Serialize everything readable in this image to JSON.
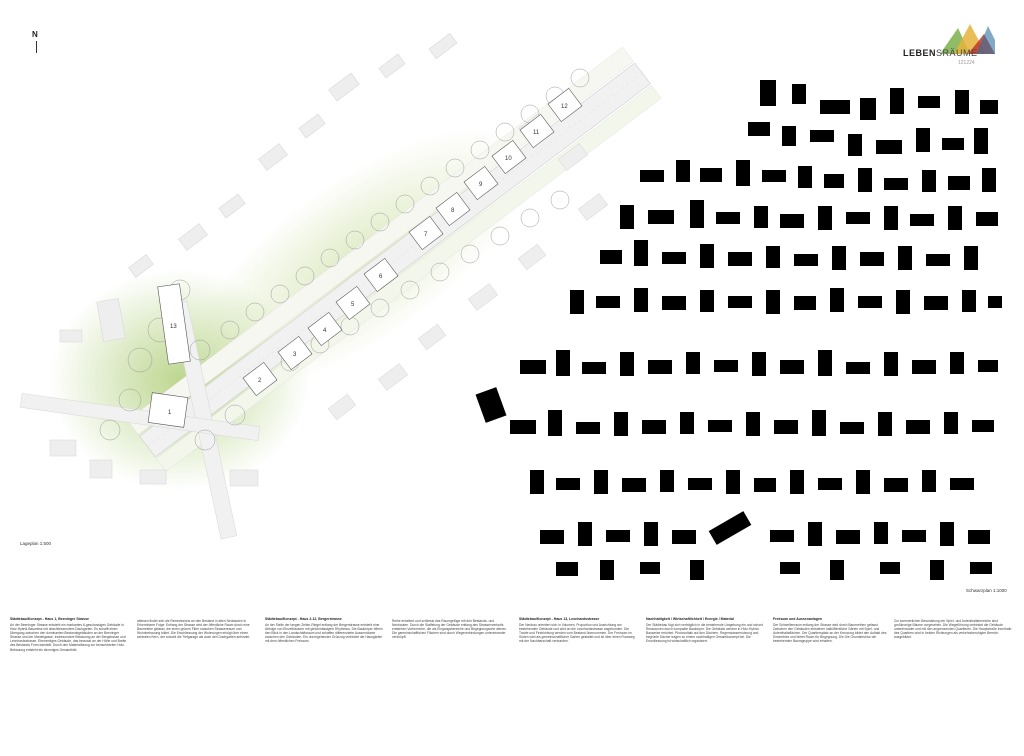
{
  "header": {
    "north_label": "N",
    "brand_part1": "LEBEN",
    "brand_part2": "SRÄUME",
    "brand_code": "121224",
    "logo_colors": [
      "#c0392b",
      "#e6b33a",
      "#7bb04a",
      "#2e6f9e"
    ]
  },
  "plan_labels": {
    "site_plan": "Lageplan 1:500",
    "figure_ground": "Schwarzplan 1:1000"
  },
  "building_numbers": [
    "1",
    "2",
    "3",
    "4",
    "5",
    "6",
    "7",
    "8",
    "9",
    "10",
    "11",
    "12",
    "13"
  ],
  "text_columns": [
    {
      "heading": "Städtebau/Konzept - Haus 1, Beeninger Strasse",
      "body": "An der Beeninger Strasse entsteht ein markantes 6-geschossiges Gebäude in Holz-Hybrid-Bauweise mit abschliessendem Dachgarten. Es schafft einen Übergang zwischen den dominanten Bestandsgebäuden an der Beeninger Strasse und der Mantelgasse, insbesondere Bebauung an der Bergstrasse und Leonhardsstrasse. Ebenerdiges Gebäude, das bewusst an der Höhe und Breite des Bestands Form darstellt. Durch den Materialbezug zur benachbarten Holz-Bebauung entsteht ein stimmiges Gesamtbild."
    },
    {
      "heading": "",
      "body": "ablesen findet sich als Remmissions an den Bestand in alten Neubauten in Erkennbarer Folge. Entlang der Strasse wird der öffentliche Raum durch eine Baumreihe gefasst, die einen grünen Filter zwischen Strassenraum und Wohnbebauung bildet. Die Erschliessung der Wohnungen erfolgt über einen zentralen Kern, der sowohl die Tiefgarage als auch den Dachgarten anbindet."
    },
    {
      "heading": "Städtebau/Konzept - Haus 2-12, Bergerstrasse",
      "body": "An der Stelle der langen Zeilen-Riegel entlang der Bergerstrasse entsteht eine Abfolge von Einzelhäusern mit gleichmässigem Rhythmus. Die Baukörper öffnen den Blick in den Landschaftsraum und schaffen differenzierte Aussenräume zwischen den Gebäuden. Ein durchgehender Grünzug verbindet die Hausgärten mit dem öffentlichen Freiraum."
    },
    {
      "heading": "",
      "body": "Reihe erweitert und schliesst das Raumgefüge mit den Bestands- und Neubauten. Durch die Staffelung der Gebäude entlang des Strassenverlaufs entstehen Vorbereiche, die als Eingangsbereiche und Begegnungsorte dienen. Die gemeinschaftlichen Flächen sind durch Wegeverbindungen untereinander verknüpft."
    },
    {
      "heading": "Städtebau/Konzept - Haus 13, Leonhardsstrasse",
      "body": "Der Neubau orientiert sich in Volumen, Proportion und Ausrichtung am bestehenden Gebäude und wird an die Leonhardsstrasse angebunden. Die Traufe und Firstrichtung werden vom Bestand übernommen. Der Freiraum im Süden wird als gemeinschaftlicher Garten gestaltet und ist über einen Fussweg mit der Nachbarschaft verbunden."
    },
    {
      "heading": "Nachhaltigkeit / Wirtschaftlichkeit / Energie / Material",
      "body": "Der Städtebau fügt sich verträglich in die bestehende Umgebung ein und schont Ressourcen durch kompakte Baukörper. Die Gebäude werden in Holz-Hybrid-Bauweise errichtet. Photovoltaik auf den Dächern, Regenwassernutzung und begrünte Dächer tragen zu einem nachhaltigen Gesamtkonzept bei. Die Erschliessung ist wirtschaftlich organisiert."
    },
    {
      "heading": "Freiraum und Aussenanlagen",
      "body": "Der Schwellenraum entlang der Strasse wird durch Baumreihen gefasst. Zwischen den Gebäuden entstehen halböffentliche Gärten mit Spiel- und Aufenthaltsflächen. Der Quartiersplatz an der Kreuzung bildet den Auftakt des Ensembles und bietet Raum für Begegnung. Die Die Grundstruktur der bestehenden Baumgruppe wird erhalten."
    },
    {
      "heading": "",
      "body": "Zur sommerlichen Beschattung der Spiel- und Aufenthaltsbereiche sind großkronige Bäume vorgesehen. Die Wegeführung verbindet die Gebäude untereinander und mit den angrenzenden Quartieren. Die Hauptstraße innerhalb des Quartiers wird in beiden Richtungen als verkehrsberuhigter Bereich ausgebildet."
    }
  ]
}
